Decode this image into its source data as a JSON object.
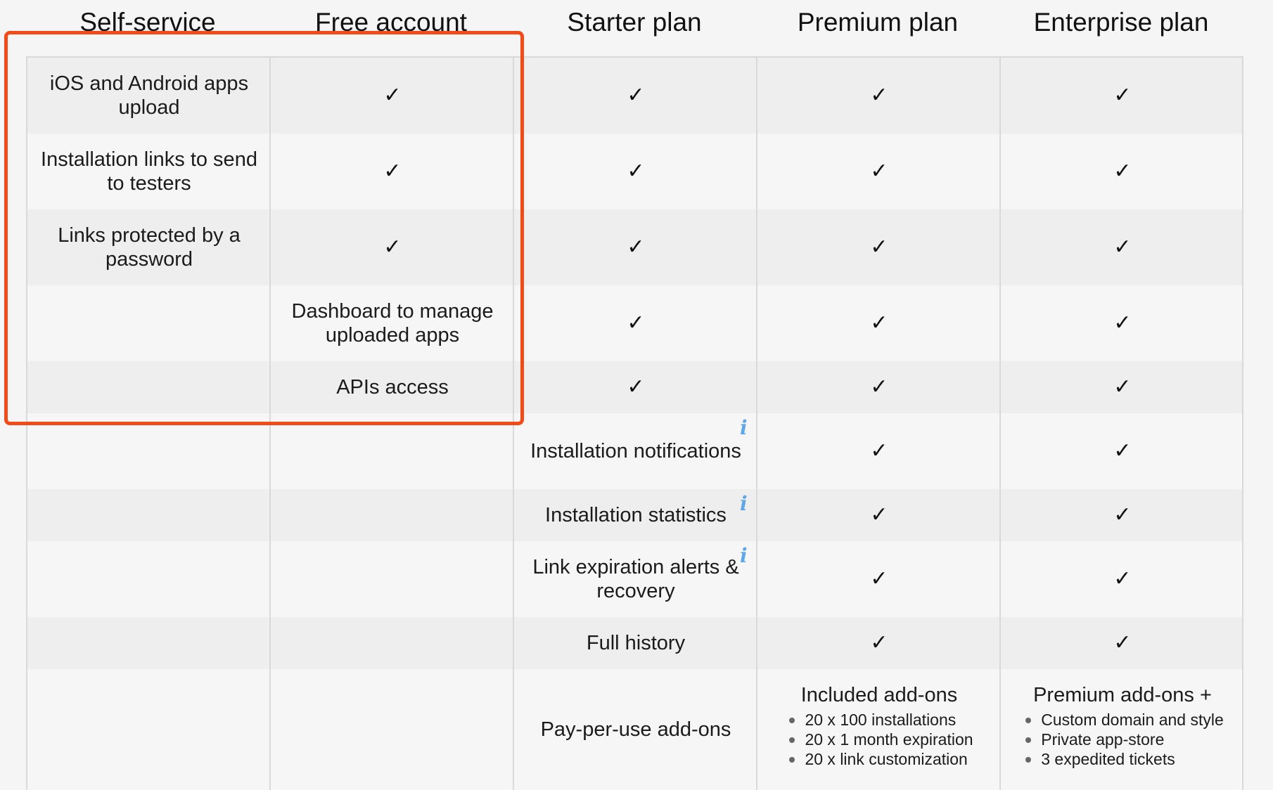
{
  "columns": [
    "Self-service",
    "Free account",
    "Starter plan",
    "Premium plan",
    "Enterprise plan"
  ],
  "check_glyph": "✓",
  "info_glyph": "i",
  "features": {
    "ios_android_upload": "iOS and Android apps upload",
    "installation_links": "Installation links to send to testers",
    "links_password": "Links protected by a password",
    "dashboard": "Dashboard to manage uploaded apps",
    "apis_access": "APIs access",
    "installation_notifications": "Installation notifications",
    "installation_statistics": "Installation statistics",
    "link_expiration": "Link expiration alerts & recovery",
    "full_history": "Full history",
    "pay_per_use": "Pay-per-use add-ons"
  },
  "premium_addons": {
    "title": "Included add-ons",
    "items": [
      "20 x 100 installations",
      "20 x 1 month expiration",
      "20 x link customization"
    ]
  },
  "enterprise_addons": {
    "title": "Premium add-ons +",
    "items": [
      "Custom domain and style",
      "Private app-store",
      "3 expedited tickets"
    ]
  },
  "colors": {
    "highlight": "#f44a18",
    "info": "#5ea8ea",
    "row_alt": "#eeeeee",
    "row_plain": "#f6f6f6"
  }
}
